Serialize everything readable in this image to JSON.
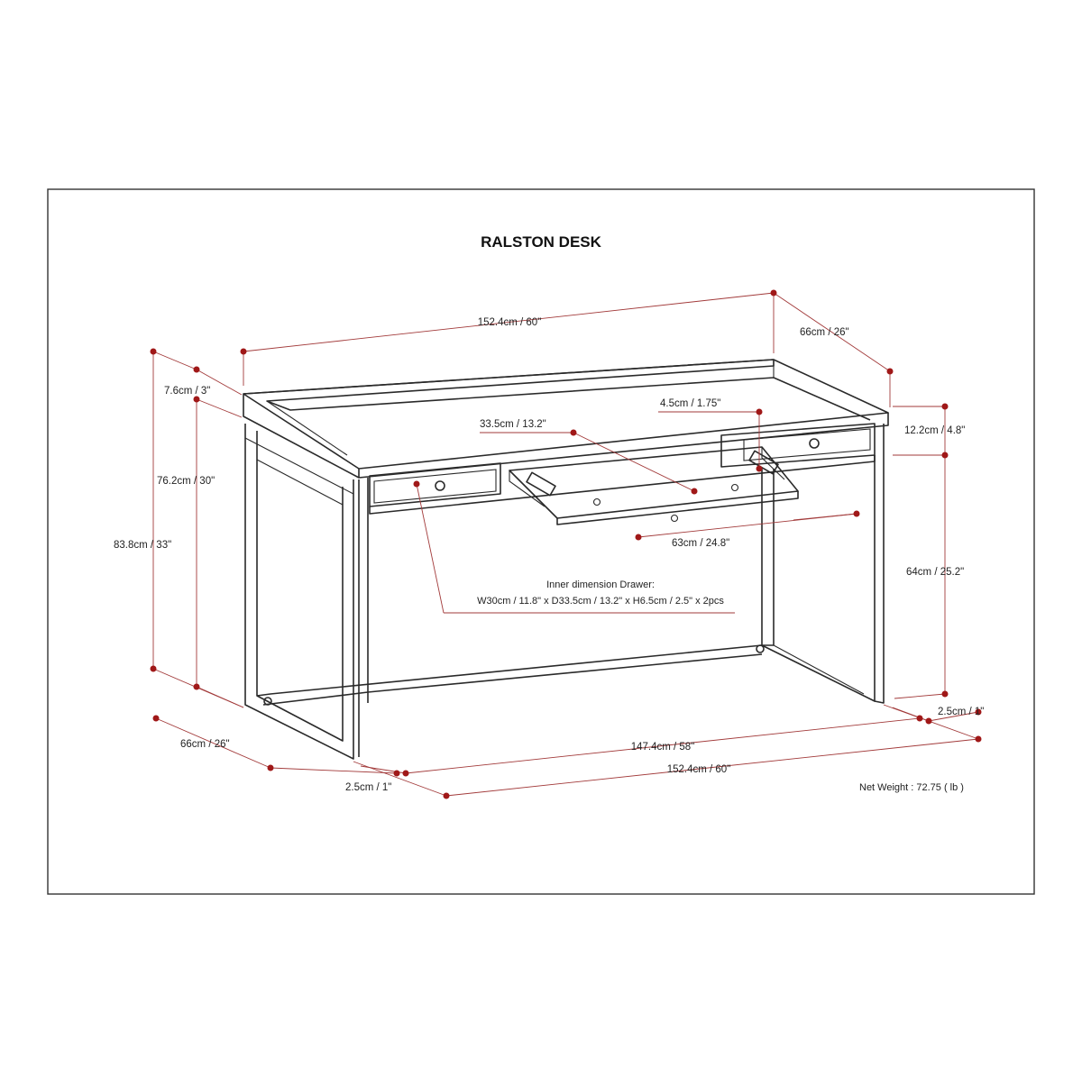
{
  "title": "RALSTON DESK",
  "colors": {
    "dimension_line": "#a23a3a",
    "dimension_dot": "#a01818",
    "desk_outline": "#2a2a2a",
    "frame_border": "#333333"
  },
  "dimensions": {
    "top_width": "152.4cm / 60\"",
    "top_depth": "66cm / 26\"",
    "gallery_height": "7.6cm / 3\"",
    "drawer_height": "12.2cm / 4.8\"",
    "tray_depth": "33.5cm / 13.2\"",
    "tray_thickness": "4.5cm / 1.75\"",
    "tray_width": "63cm / 24.8\"",
    "desk_height": "76.2cm / 30\"",
    "overall_height": "83.8cm / 33\"",
    "knee_clearance": "64cm / 25.2\"",
    "leg_thickness_right": "2.5cm / 1\"",
    "base_depth": "66cm / 26\"",
    "leg_thickness_left": "2.5cm / 1\"",
    "inner_width": "147.4cm / 58\"",
    "base_width": "152.4cm / 60\""
  },
  "drawer_note": {
    "line1": "Inner dimension Drawer:",
    "line2": "W30cm / 11.8\" x D33.5cm / 13.2\" x H6.5cm / 2.5\" x 2pcs"
  },
  "net_weight": "Net Weight : 72.75 ( lb )"
}
